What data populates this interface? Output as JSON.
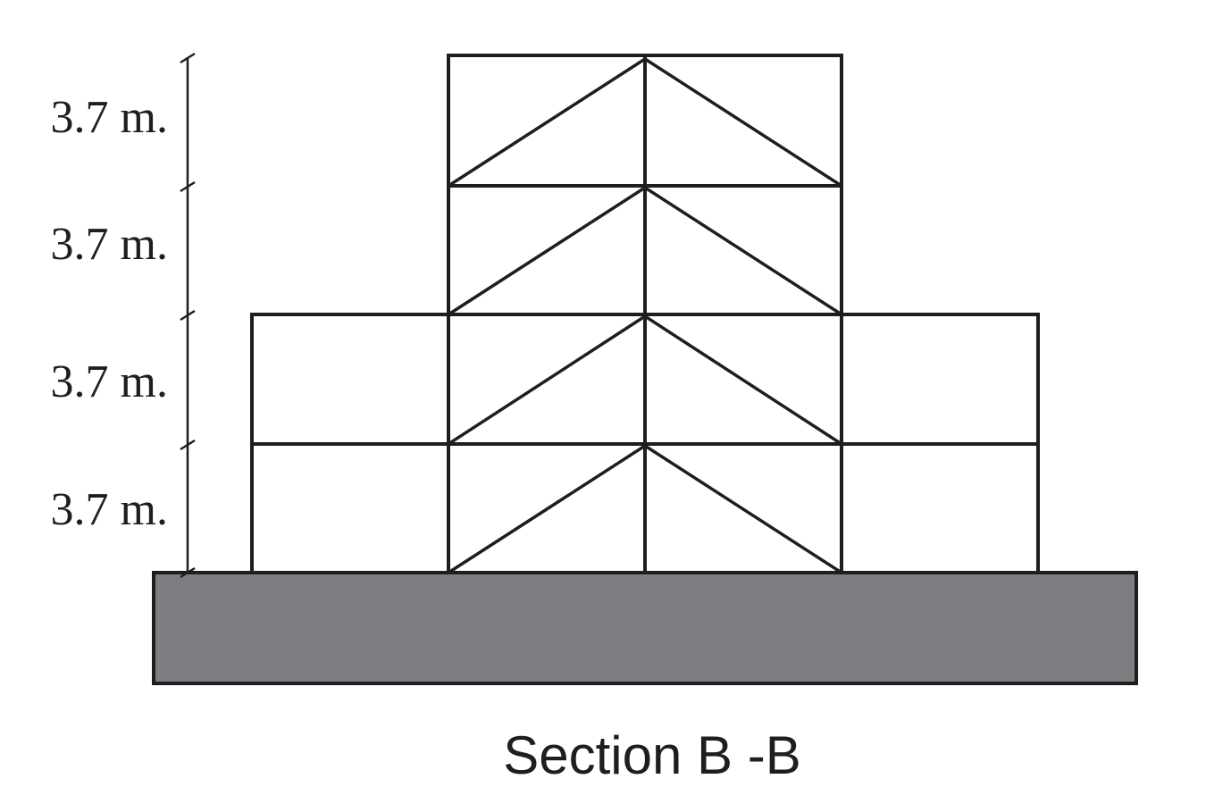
{
  "diagram": {
    "caption": "Section B -B",
    "story_height_labels": [
      "3.7 m.",
      "3.7 m.",
      "3.7 m.",
      "3.7 m."
    ],
    "colors": {
      "line": "#1e1e1e",
      "foundation_fill": "#7d7e82",
      "background": "#ffffff"
    }
  }
}
